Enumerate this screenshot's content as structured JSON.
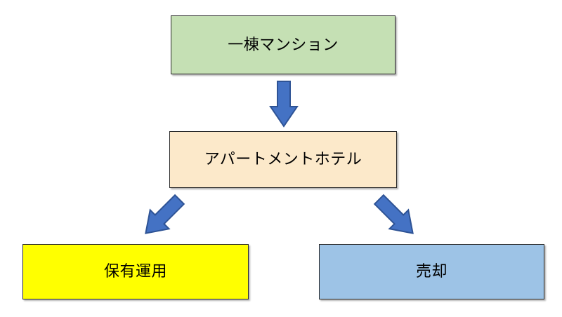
{
  "diagram": {
    "type": "flowchart",
    "background_color": "#FFFFFF",
    "nodes": [
      {
        "id": "top",
        "label": "一棟マンション",
        "fill_color": "#C5E0B4",
        "border_color": "#2B2B2B",
        "text_color": "#000000"
      },
      {
        "id": "middle",
        "label": "アパートメントホテル",
        "fill_color": "#FCE9CA",
        "border_color": "#2B2B2B",
        "text_color": "#000000"
      },
      {
        "id": "bottom_left",
        "label": "保有運用",
        "fill_color": "#FFFF00",
        "border_color": "#2B2B2B",
        "text_color": "#000000"
      },
      {
        "id": "bottom_right",
        "label": "売却",
        "fill_color": "#9DC3E6",
        "border_color": "#2B2B2B",
        "text_color": "#000000"
      }
    ],
    "arrows": [
      {
        "id": "top-to-middle",
        "from": "top",
        "to": "middle",
        "direction": "down",
        "fill_color": "#4472C4",
        "border_color": "#2E5395"
      },
      {
        "id": "middle-to-bottom-left",
        "from": "middle",
        "to": "bottom_left",
        "direction": "down-left",
        "fill_color": "#4472C4",
        "border_color": "#2E5395"
      },
      {
        "id": "middle-to-bottom-right",
        "from": "middle",
        "to": "bottom_right",
        "direction": "down-right",
        "fill_color": "#4472C4",
        "border_color": "#2E5395"
      }
    ]
  }
}
